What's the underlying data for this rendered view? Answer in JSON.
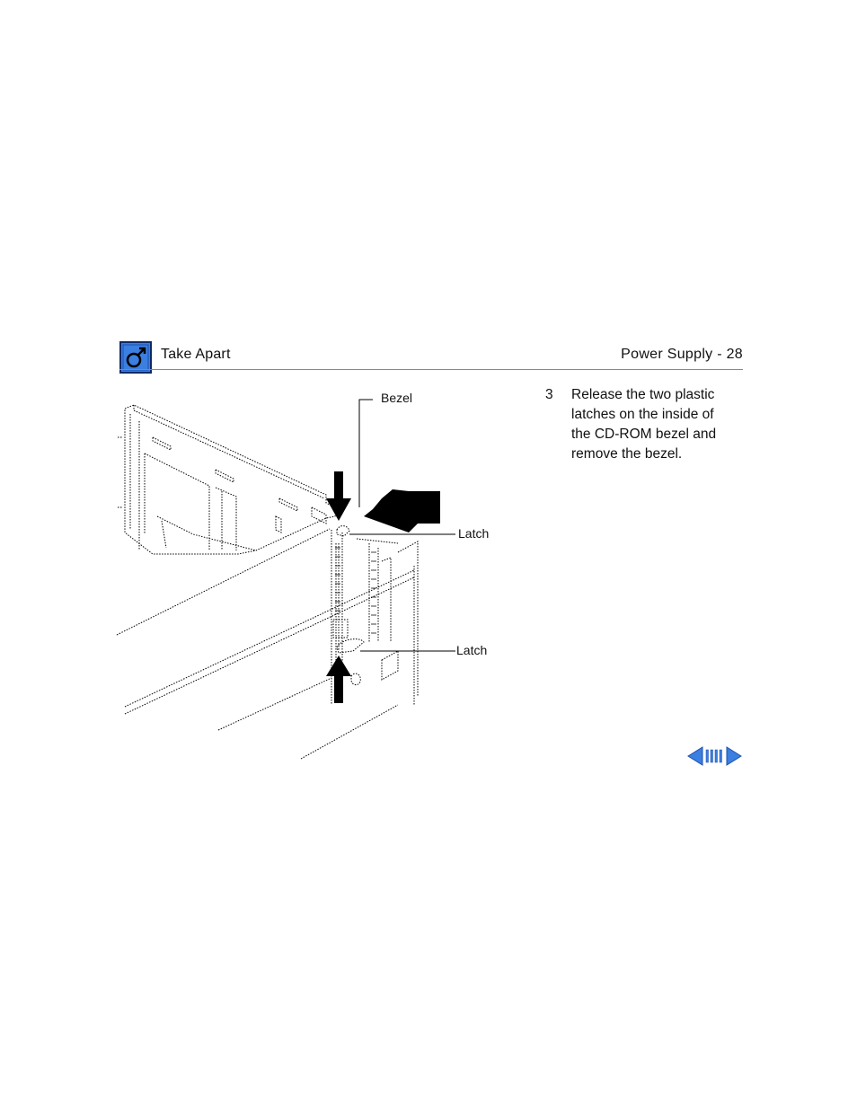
{
  "header": {
    "section_title": "Take Apart",
    "page_title": "Power Supply - 28",
    "logo_icon": "macintosh-service-logo-icon",
    "accent_color": "#3b7fe0",
    "rule_color": "#6a8fb4"
  },
  "figure": {
    "callouts": {
      "bezel": "Bezel",
      "latch_top": "Latch",
      "latch_bottom": "Latch"
    }
  },
  "step": {
    "number": "3",
    "lines": [
      "Release the two plastic",
      "latches on the inside of",
      "the CD-ROM bezel and",
      "remove the bezel."
    ]
  },
  "nav": {
    "prev_icon": "left-arrow-icon",
    "toc_icon": "toc-bars-icon",
    "next_icon": "right-arrow-icon",
    "color": "#3b7fe0"
  }
}
